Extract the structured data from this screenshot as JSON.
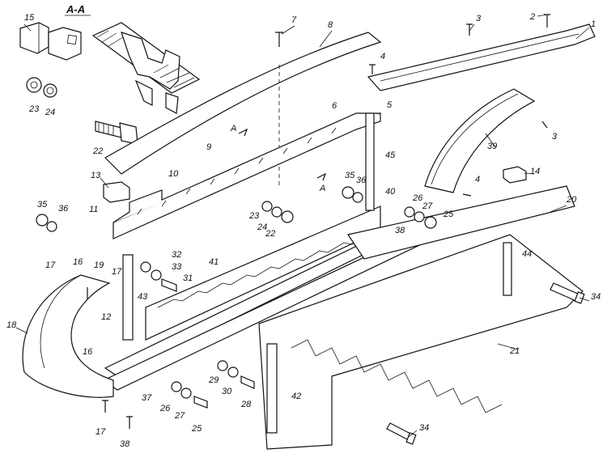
{
  "section_label": "А-А",
  "callouts": {
    "n1": "1",
    "n2": "2",
    "n3a": "3",
    "n3b": "3",
    "n4a": "4",
    "n4b": "4",
    "n5": "5",
    "n6": "6",
    "n7": "7",
    "n8": "8",
    "n9": "9",
    "n10": "10",
    "n11": "11",
    "n12": "12",
    "n13": "13",
    "n14": "14",
    "n15": "15",
    "n16a": "16",
    "n16b": "16",
    "n17a": "17",
    "n17b": "17",
    "n17c": "17",
    "n18": "18",
    "n19": "19",
    "n20": "20",
    "n21": "21",
    "n22a": "22",
    "n22b": "22",
    "n23a": "23",
    "n23b": "23",
    "n24a": "24",
    "n24b": "24",
    "n25a": "25",
    "n25b": "25",
    "n26a": "26",
    "n26b": "26",
    "n27a": "27",
    "n27b": "27",
    "n28": "28",
    "n29": "29",
    "n30": "30",
    "n31": "31",
    "n32": "32",
    "n33": "33",
    "n34a": "34",
    "n34b": "34",
    "n35a": "35",
    "n35b": "35",
    "n36a": "36",
    "n36b": "36",
    "n37": "37",
    "n38a": "38",
    "n38b": "38",
    "n39": "39",
    "n40": "40",
    "n41": "41",
    "n42": "42",
    "n43": "43",
    "n44": "44",
    "n45": "45"
  },
  "section_marks": {
    "a1": "А",
    "a2": "А"
  }
}
